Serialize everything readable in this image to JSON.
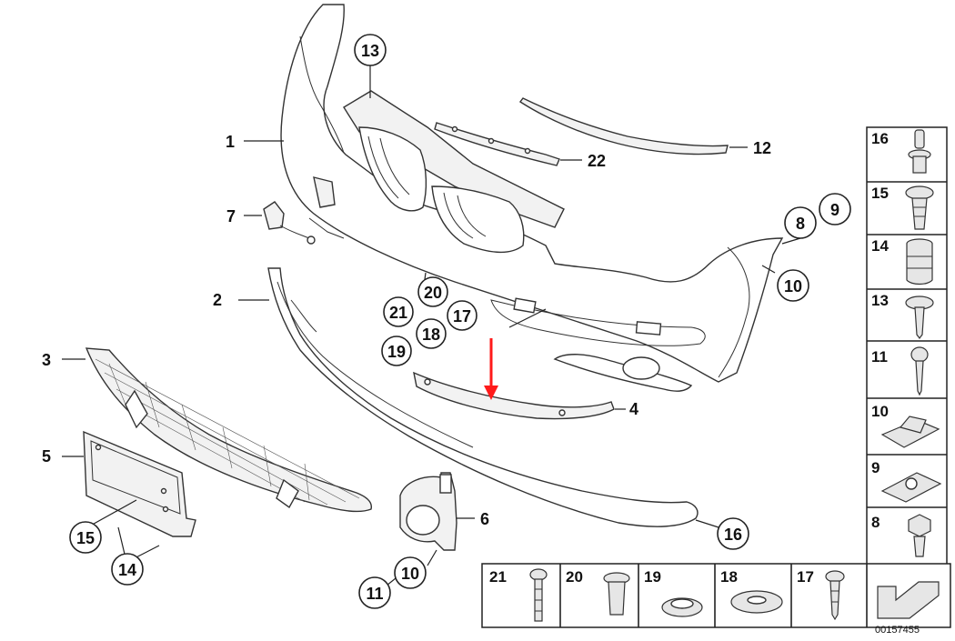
{
  "diagram": {
    "part_labels": {
      "p1": "1",
      "p2": "2",
      "p3": "3",
      "p4": "4",
      "p5": "5",
      "p6": "6",
      "p7": "7",
      "p12": "12",
      "p22": "22"
    },
    "callouts": {
      "c13": "13",
      "c8": "8",
      "c9": "9",
      "c10a": "10",
      "c20": "20",
      "c21": "21",
      "c17": "17",
      "c18": "18",
      "c19": "19",
      "c15": "15",
      "c14": "14",
      "c10b": "10",
      "c11": "11",
      "c16": "16"
    },
    "side_table": [
      "16",
      "15",
      "14",
      "13",
      "11",
      "10",
      "9",
      "8"
    ],
    "bottom_table": [
      "21",
      "20",
      "19",
      "18",
      "17"
    ],
    "doc_number": "00157455",
    "arrow_color": "#ff1a1a"
  }
}
